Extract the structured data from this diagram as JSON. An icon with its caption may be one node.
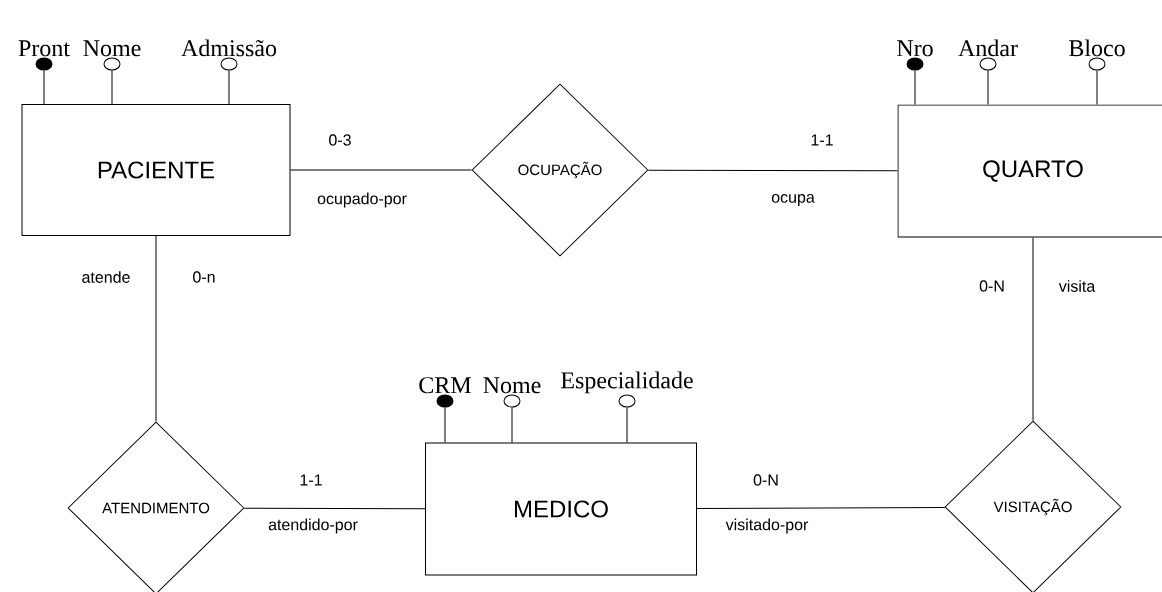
{
  "diagram": {
    "nodes": [
      {
        "text": [
          "Pront"
        ]
      },
      {
        "text": [
          "Nome"
        ]
      },
      {
        "text": [
          "Admissão"
        ]
      },
      {
        "text": [
          "Nro"
        ]
      },
      {
        "text": [
          "Andar"
        ]
      },
      {
        "text": [
          "Bloco"
        ]
      },
      {
        "text": [
          "PACIENTE"
        ]
      },
      {
        "text": [
          "OCUPAÇÃO"
        ]
      },
      {
        "text": [
          "QUARTO"
        ]
      },
      {
        "text": [
          "CRM"
        ]
      },
      {
        "text": [
          "Nome"
        ]
      },
      {
        "text": [
          "Especialidade"
        ]
      },
      {
        "text": [
          "ATENDIMENTO"
        ]
      },
      {
        "text": [
          "MEDICO"
        ]
      },
      {
        "text": [
          "VISITAÇÃO"
        ]
      }
    ],
    "edges": [
      {
        "from": 6,
        "to": 7,
        "arrow": "none",
        "label": "0-3"
      },
      {
        "from": 7,
        "to": 8,
        "arrow": "none",
        "label": "1-1"
      },
      {
        "from": 6,
        "to": 12,
        "arrow": "none",
        "label": "0-n"
      },
      {
        "from": 12,
        "to": 13,
        "arrow": "none",
        "label": "1-1"
      },
      {
        "from": 13,
        "to": 14,
        "arrow": "none",
        "label": "0-N"
      },
      {
        "from": 8,
        "to": 14,
        "arrow": "none",
        "label": "0-N"
      },
      {
        "from": 0,
        "to": 6,
        "arrow": "none"
      },
      {
        "from": 1,
        "to": 6,
        "arrow": "none"
      },
      {
        "from": 2,
        "to": 6,
        "arrow": "none"
      },
      {
        "from": 3,
        "to": 8,
        "arrow": "none"
      },
      {
        "from": 4,
        "to": 8,
        "arrow": "none"
      },
      {
        "from": 5,
        "to": 8,
        "arrow": "none"
      },
      {
        "from": 9,
        "to": 13,
        "arrow": "none"
      },
      {
        "from": 10,
        "to": 13,
        "arrow": "none"
      },
      {
        "from": 11,
        "to": 13,
        "arrow": "none"
      }
    ],
    "labels": [
      "ocupado-por",
      "ocupa",
      "atende",
      "visita",
      "atendido-por",
      "visitado-por"
    ]
  }
}
